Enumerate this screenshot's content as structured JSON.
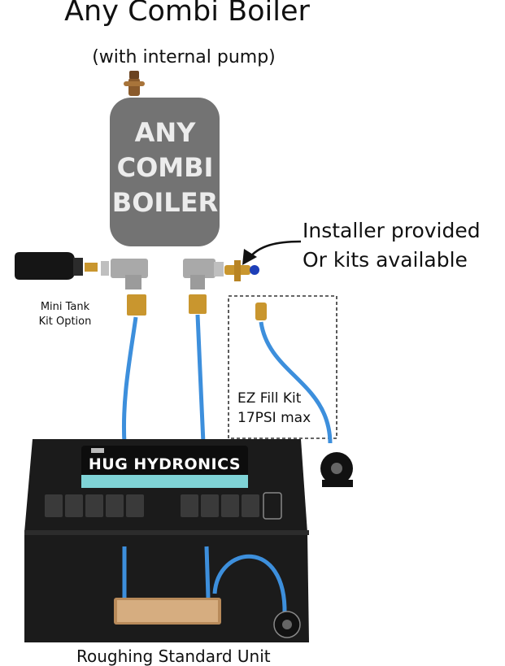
{
  "title": "Any Combi Boiler",
  "subtitle": "(with internal pump)",
  "boiler": {
    "label_lines": [
      "ANY",
      "COMBI",
      "BOILER"
    ]
  },
  "installer_note": {
    "line1": "Installer provided",
    "line2": "Or kits available"
  },
  "mini_tank": {
    "line1": "Mini Tank",
    "line2": "Kit Option"
  },
  "ez_fill": {
    "line1": "EZ Fill Kit",
    "line2": "17PSI max"
  },
  "unit": {
    "brand": "HUG HYDRONICS"
  },
  "footer": "Roughing Standard Unit",
  "colors": {
    "boiler": "#737373",
    "unit": "#1b1b1b",
    "hose": "#3d8fdc",
    "brass": "#c9962e",
    "tank": "#151515"
  }
}
